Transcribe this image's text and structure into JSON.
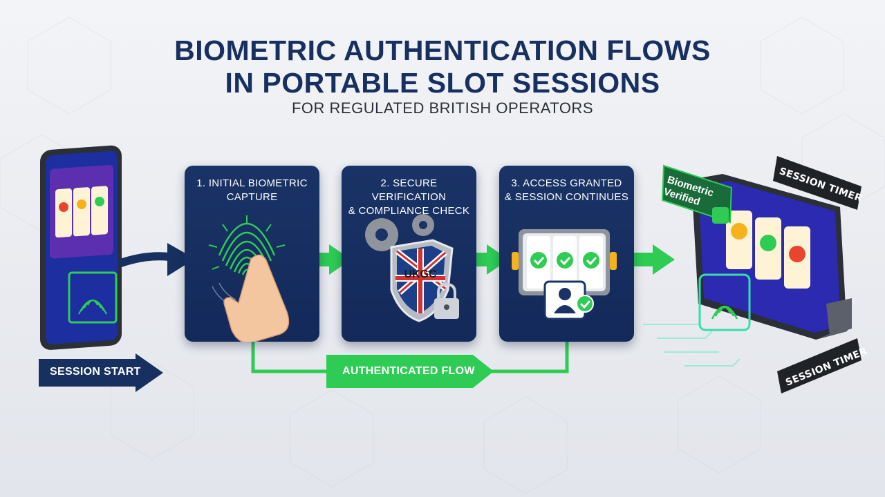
{
  "header": {
    "title_line1": "BIOMETRIC AUTHENTICATION FLOWS",
    "title_line2": "IN PORTABLE SLOT SESSIONS",
    "subtitle": "FOR REGULATED BRITISH OPERATORS"
  },
  "steps": [
    {
      "line1": "1. INITIAL BIOMETRIC",
      "line2": "CAPTURE"
    },
    {
      "line1": "2. SECURE VERIFICATION",
      "line2": "& COMPLIANCE CHECK",
      "shield_text": "UKGC"
    },
    {
      "line1": "3. ACCESS GRANTED",
      "line2": "& SESSION CONTINUES"
    }
  ],
  "labels": {
    "session_start": "SESSION START",
    "authenticated_flow": "AUTHENTICATED FLOW",
    "biometric_verified_line1": "Biometric",
    "biometric_verified_line2": "Verified",
    "session_timer_top": "SESSION TIMER",
    "session_timer_bottom": "SESSION TIMER"
  },
  "colors": {
    "navy": "#17305f",
    "card": "#1a3366",
    "green": "#2ecc55",
    "dark_label": "#1f2227"
  },
  "icons": [
    "fingerprint-icon",
    "gear-icon",
    "shield-icon",
    "lock-icon",
    "check-icon",
    "user-icon",
    "slot-reels-icon",
    "smartphone-icon",
    "tablet-icon"
  ]
}
